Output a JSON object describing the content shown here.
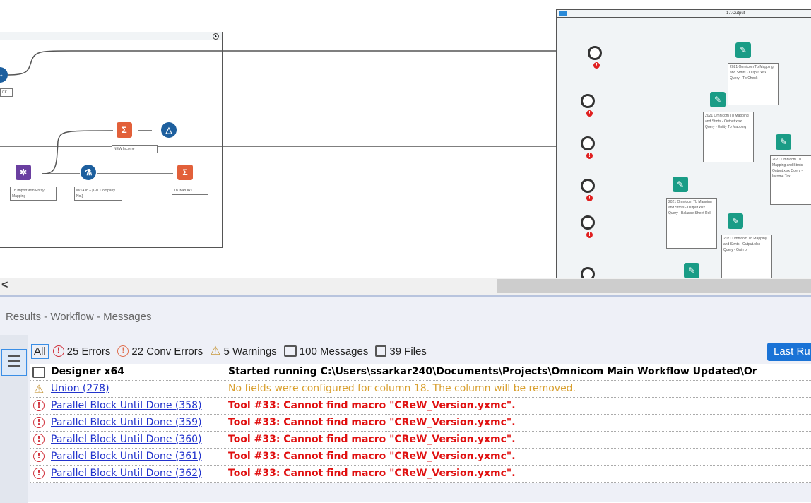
{
  "canvas": {
    "left_container": {
      "annotations": [
        "CK",
        "NEW Income",
        "Tb Import with Entity Mapping",
        "M/TA Ib – [GIT Company No.]",
        "Tb IMPORT"
      ]
    },
    "right_container": {
      "title": "17.Output",
      "annotations": [
        "2021 Omnicom Tb Mapping and Stmts - Output.xlsx Query - Tb Check",
        "2021 Omnicom Tb Mapping and Stmts - Output.xlsx Query - Entity Tb Mapping",
        "2021 Omnicom Tb Mapping and Stmts - Output.xlsx Query - Income Tax",
        "2021 Omnicom Tb Mapping and Stmts - Output.xlsx Query - Balance Sheet Roll",
        "2021 Omnicom Tb Mapping and Stmts - Output.xlsx Query - Gain or"
      ]
    },
    "scroll_left": "<"
  },
  "results": {
    "title": "Results - Workflow - Messages",
    "filters": {
      "all": "All",
      "errors": "25 Errors",
      "conv_errors": "22 Conv Errors",
      "warnings": "5 Warnings",
      "messages": "100 Messages",
      "files": "39 Files"
    },
    "last_run": "Last Ru",
    "header": {
      "col1": "Designer x64",
      "col2": "Started running C:\\Users\\ssarkar240\\Documents\\Projects\\Omnicom Main Workflow Updated\\Or"
    },
    "rows": [
      {
        "type": "warning",
        "tool": "Union (278)",
        "message": "No fields were configured for column 18.  The column will be removed."
      },
      {
        "type": "error",
        "tool": "Parallel Block Until Done (358)",
        "message": "Tool #33: Cannot find macro \"CReW_Version.yxmc\"."
      },
      {
        "type": "error",
        "tool": "Parallel Block Until Done (359)",
        "message": "Tool #33: Cannot find macro \"CReW_Version.yxmc\"."
      },
      {
        "type": "error",
        "tool": "Parallel Block Until Done (360)",
        "message": "Tool #33: Cannot find macro \"CReW_Version.yxmc\"."
      },
      {
        "type": "error",
        "tool": "Parallel Block Until Done (361)",
        "message": "Tool #33: Cannot find macro \"CReW_Version.yxmc\"."
      },
      {
        "type": "error",
        "tool": "Parallel Block Until Done (362)",
        "message": "Tool #33: Cannot find macro \"CReW_Version.yxmc\"."
      }
    ]
  }
}
